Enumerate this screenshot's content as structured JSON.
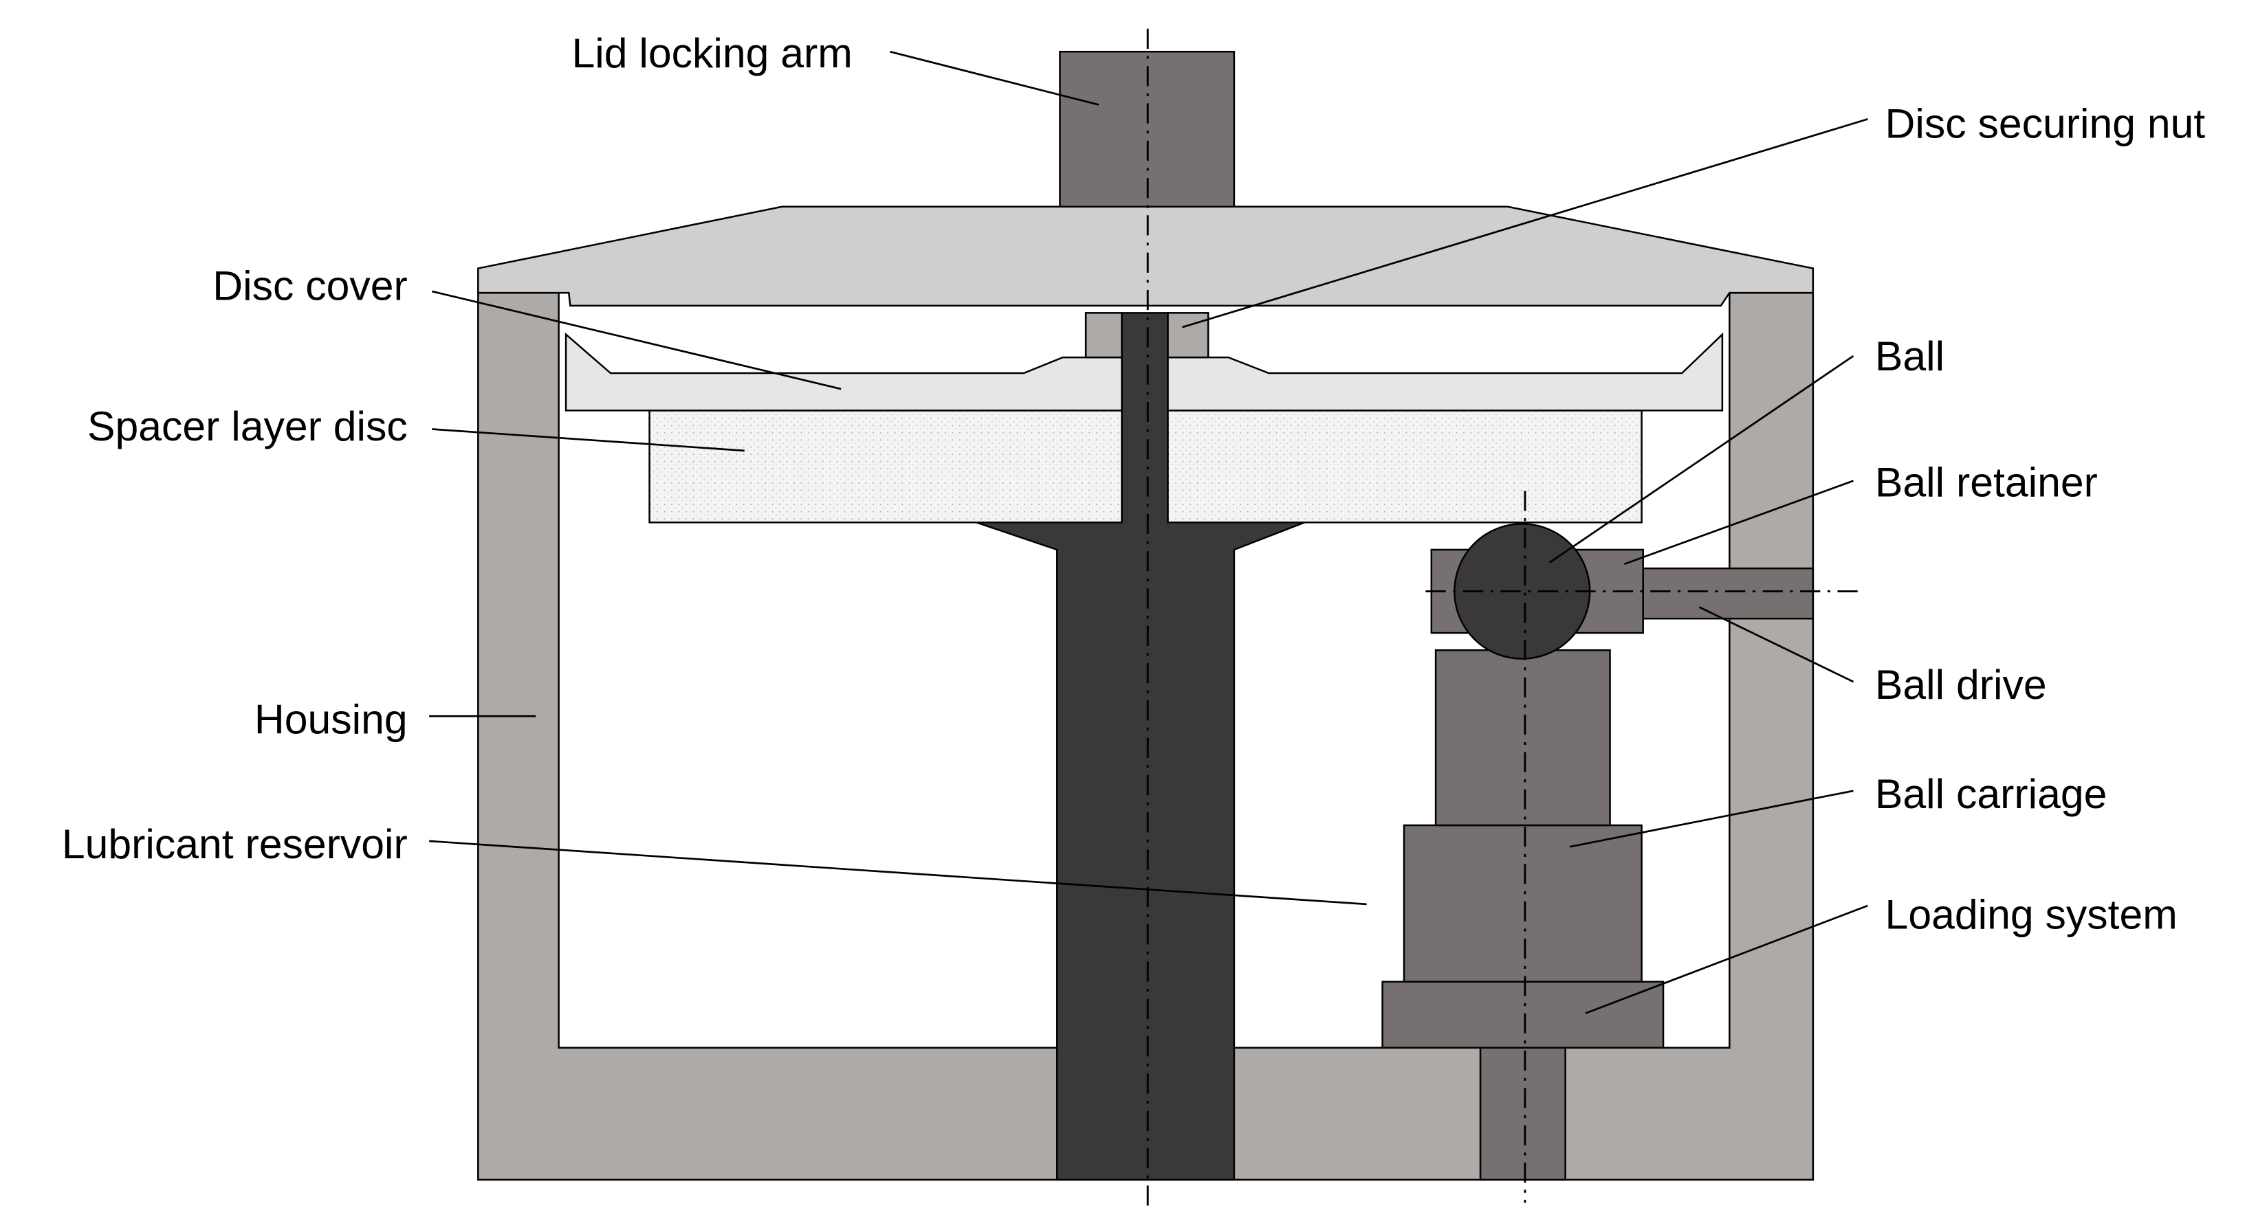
{
  "labels": {
    "lid_locking_arm": "Lid locking arm",
    "disc_securing_nut": "Disc securing nut",
    "disc_cover": "Disc cover",
    "spacer_layer_disc": "Spacer layer disc",
    "ball": "Ball",
    "ball_retainer": "Ball retainer",
    "ball_drive": "Ball drive",
    "housing": "Housing",
    "ball_carriage": "Ball carriage",
    "lubricant_reservoir": "Lubricant reservoir",
    "loading_system": "Loading system"
  },
  "colors": {
    "housing": "#aeaaa8",
    "lid": "#d0cfcf",
    "disc_cover": "#e6e6e6",
    "spacer_disc": "#f4f4f4",
    "shaft": "#3a3938",
    "components": "#767170",
    "ball": "#3a3938",
    "outline": "#000000"
  }
}
